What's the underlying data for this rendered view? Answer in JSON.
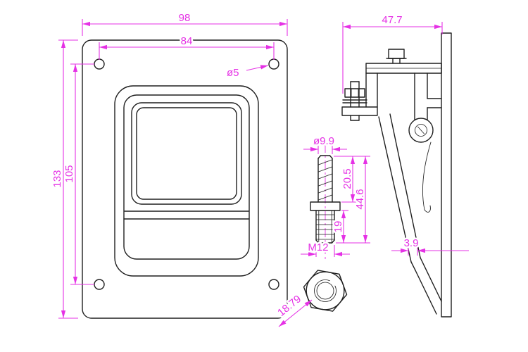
{
  "colors": {
    "line": "#1f1f1f",
    "dimension": "#e531e5",
    "background": "#ffffff"
  },
  "views": {
    "front": {
      "dimensions": {
        "overall_width": "98",
        "hole_spacing_width": "84",
        "corner_hole_diameter": "ø5",
        "overall_height": "133",
        "hole_spacing_height": "105"
      }
    },
    "side": {
      "dimensions": {
        "depth": "47.7",
        "panel_offset": "3.9"
      }
    },
    "stud": {
      "dimensions": {
        "diameter": "ø9.9",
        "upper_length": "20.5",
        "total_length": "44.6",
        "lower_length": "19",
        "thread_spec": "M12"
      }
    },
    "nut": {
      "dimensions": {
        "across_flats": "18.79"
      }
    }
  }
}
